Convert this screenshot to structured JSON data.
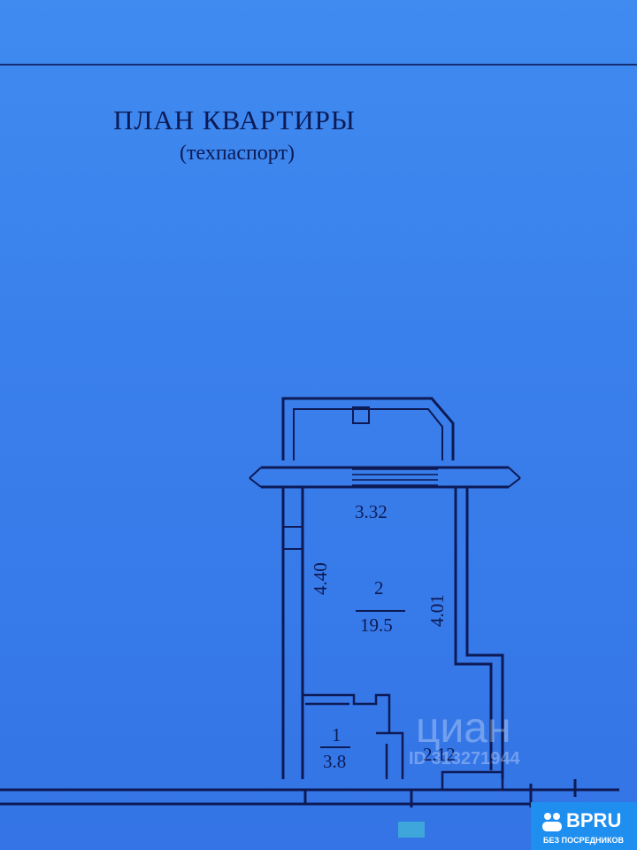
{
  "document": {
    "title": "ПЛАН КВАРТИРЫ",
    "subtitle": "(техпаспорт)"
  },
  "plan": {
    "dim_top": "3.32",
    "dim_left": "4.40",
    "dim_right": "4.01",
    "dim_bottom": "2.12",
    "room2": {
      "number": "2",
      "area": "19.5"
    },
    "room1": {
      "number": "1",
      "area": "3.8"
    }
  },
  "watermark": {
    "brand": "циан",
    "id": "ID 313271944"
  },
  "badge": {
    "brand": "BPRU",
    "tagline": "БЕЗ ПОСРЕДНИКОВ"
  }
}
